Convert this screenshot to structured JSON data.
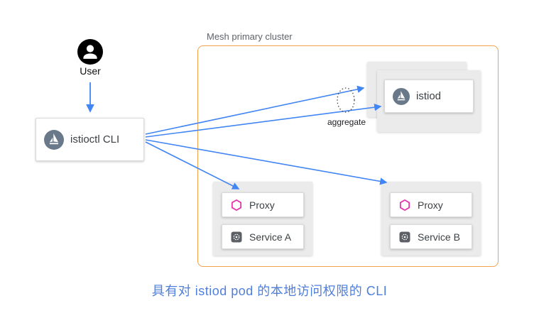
{
  "diagram": {
    "cluster_label": "Mesh primary cluster",
    "user_label": "User",
    "istioctl_label": "istioctl CLI",
    "istiod_label": "istiod",
    "aggregate_label": "aggregate",
    "pods": [
      {
        "proxy_label": "Proxy",
        "service_label": "Service A"
      },
      {
        "proxy_label": "Proxy",
        "service_label": "Service B"
      }
    ],
    "caption": "具有对 istiod pod 的本地访问权限的 CLI",
    "colors": {
      "arrow": "#4285f4",
      "cluster_border": "#f2a14e",
      "caption_text": "#4f7fdb",
      "proxy_icon": "#e535ab",
      "istio_icon": "#69798a",
      "card_gray": "#ebebeb"
    }
  }
}
